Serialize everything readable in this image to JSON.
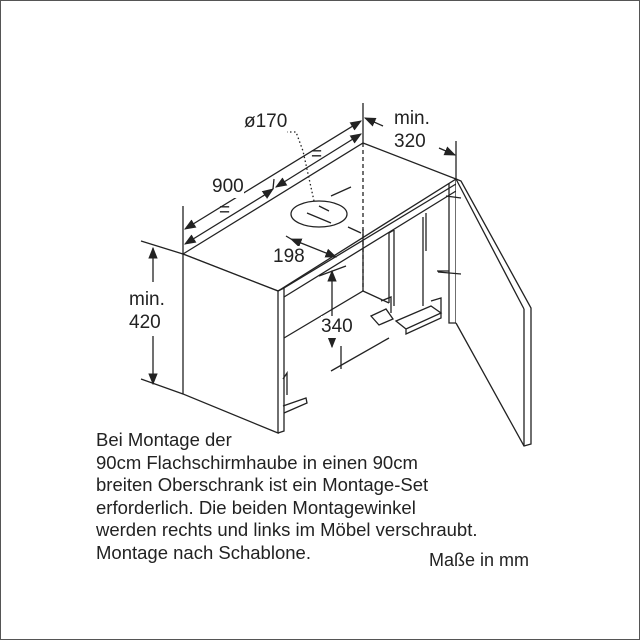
{
  "dimensions": {
    "diameter": "ø170",
    "width": "900",
    "equal_left": "=",
    "equal_right": "=",
    "depth_min_label": "min.",
    "depth_min_value": "320",
    "height_min_label": "min.",
    "height_min_value": "420",
    "offset": "198",
    "inner_height": "340"
  },
  "note_lines": [
    "Bei Montage der",
    "90cm Flachschirmhaube in einen 90cm",
    "breiten Oberschrank ist ein Montage-Set",
    "erforderlich. Die beiden Montagewinkel",
    "werden rechts und links im Möbel verschraubt.",
    "Montage nach Schablone."
  ],
  "units_label": "Maße in mm"
}
